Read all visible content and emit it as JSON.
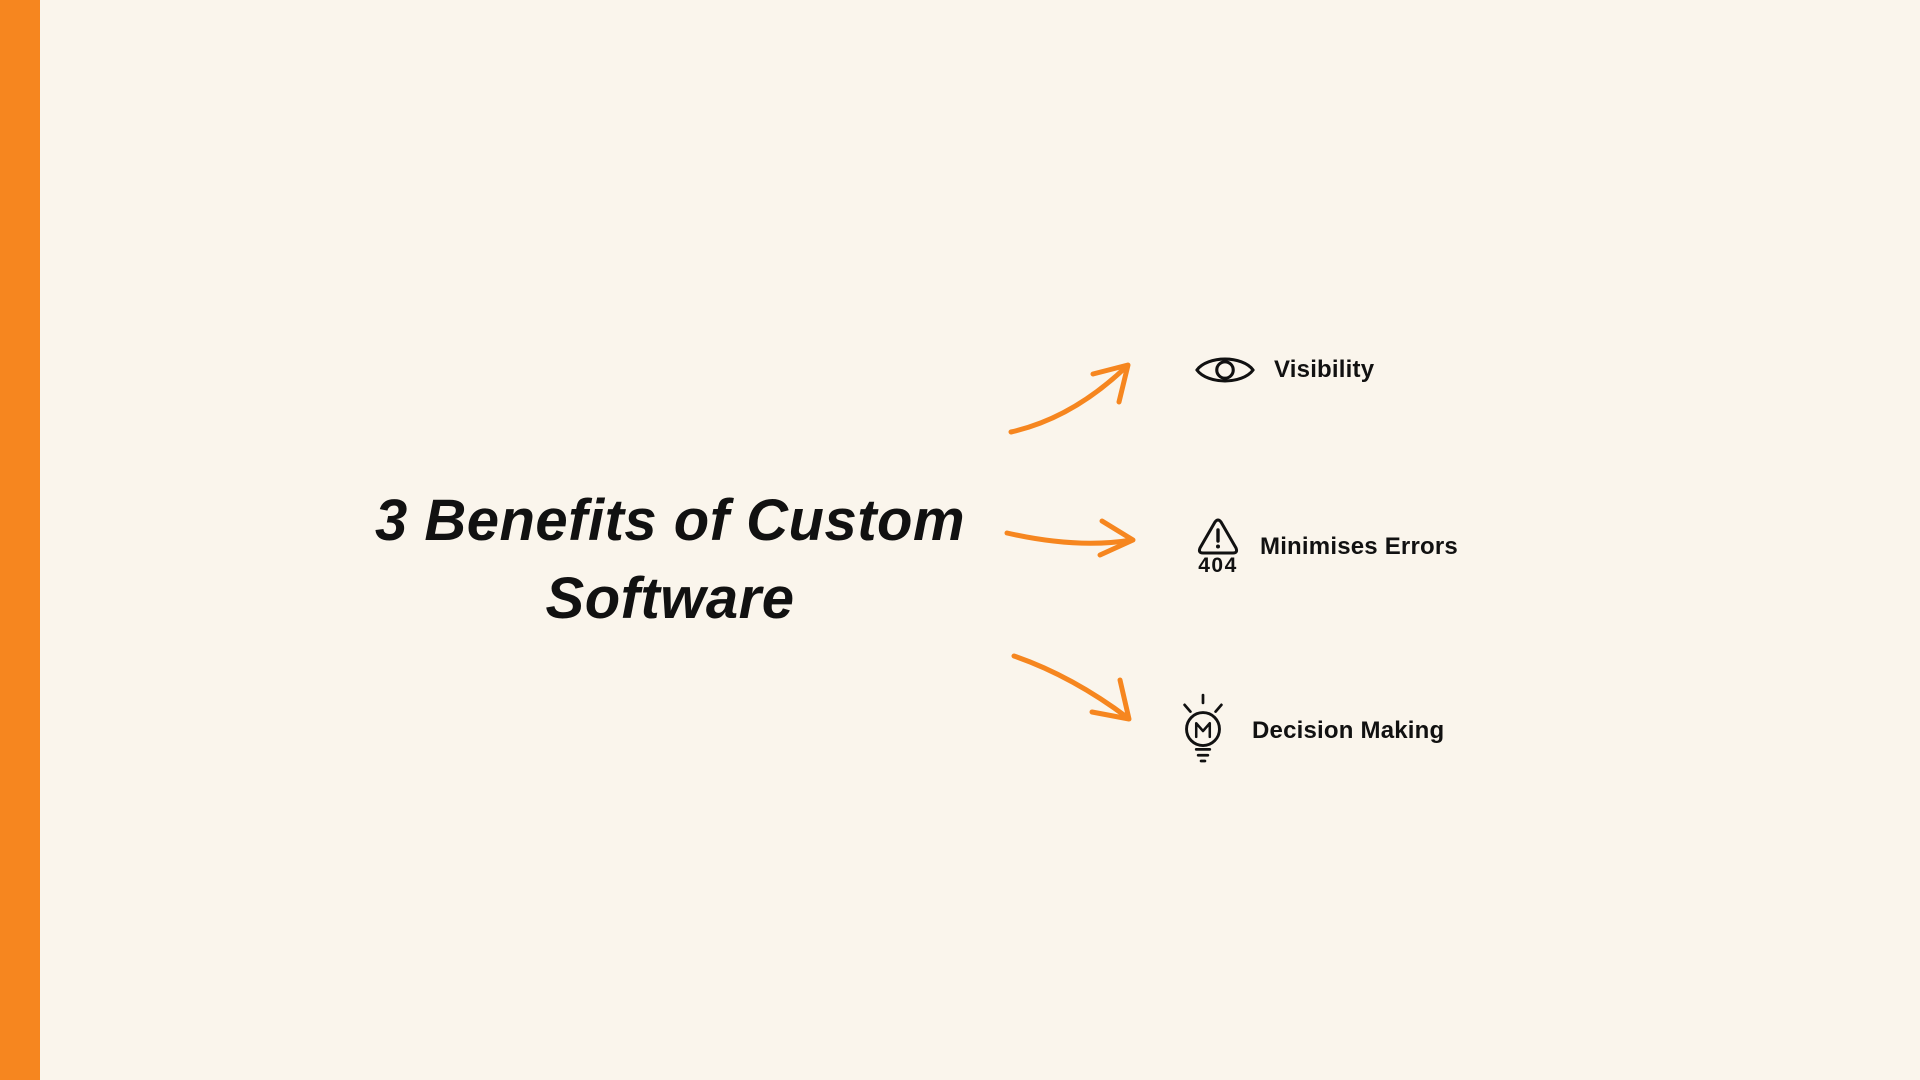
{
  "colors": {
    "background": "#FAF5EC",
    "accent": "#F6861F",
    "text": "#111111"
  },
  "title": {
    "line1": "3 Benefits of Custom",
    "line2": "Software"
  },
  "items": [
    {
      "id": "visibility",
      "icon": "eye-icon",
      "label": "Visibility"
    },
    {
      "id": "minimises-errors",
      "icon": "warning-404-icon",
      "label": "Minimises Errors",
      "code": "404"
    },
    {
      "id": "decision-making",
      "icon": "lightbulb-icon",
      "label": "Decision Making"
    }
  ]
}
